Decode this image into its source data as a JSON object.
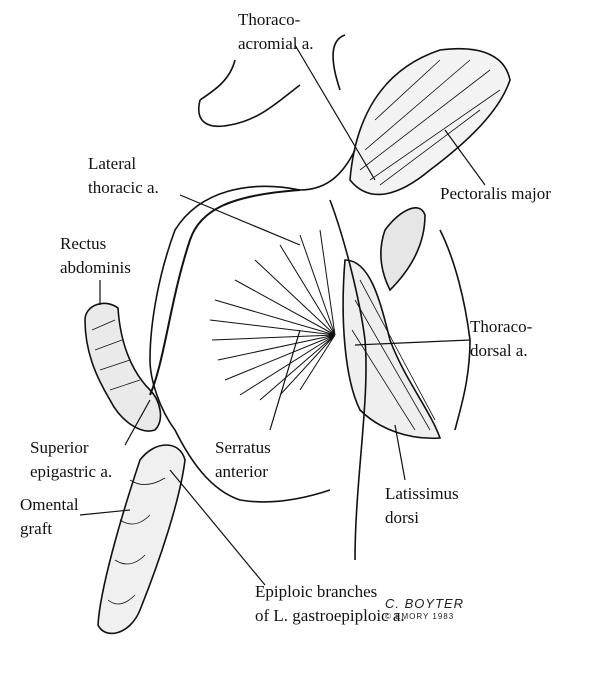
{
  "labels": {
    "thoraco_acromial": [
      "Thoraco-",
      "acromial a."
    ],
    "lateral_thoracic": [
      "Lateral",
      "thoracic a."
    ],
    "pectoralis_major": "Pectoralis major",
    "rectus_abdominis": [
      "Rectus",
      "abdominis"
    ],
    "thoraco_dorsal": [
      "Thoraco-",
      "dorsal a."
    ],
    "superior_epigastric": [
      "Superior",
      "epigastric a."
    ],
    "serratus_anterior": [
      "Serratus",
      "anterior"
    ],
    "latissimus_dorsi": [
      "Latissimus",
      "dorsi"
    ],
    "omental_graft": [
      "Omental",
      "graft"
    ],
    "epiploic": [
      "Epiploic branches",
      "of L. gastroepiploic a."
    ]
  },
  "signature": {
    "name": "C. BOYTER",
    "credit": "© EMORY 1983"
  }
}
